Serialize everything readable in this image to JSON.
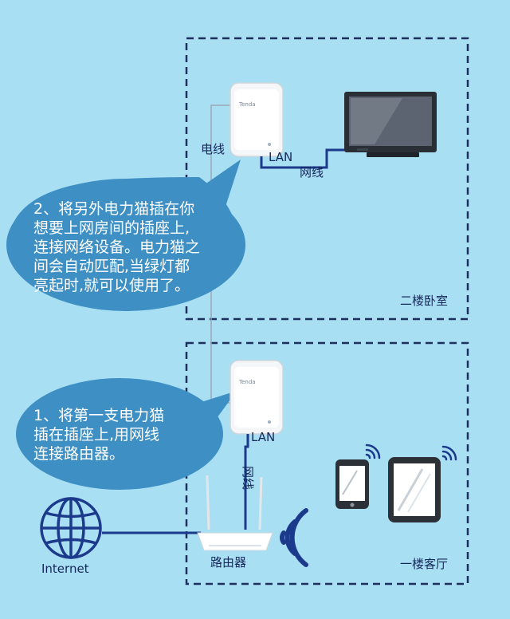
{
  "floors": {
    "upper": {
      "name": "二楼卧室"
    },
    "lower": {
      "name": "一楼客厅"
    }
  },
  "bubbles": {
    "step2": {
      "lines": [
        "2、将另外电力猫插在你",
        "想要上网房间的插座上,",
        "连接网络设备。电力猫之",
        "间会自动匹配,当绿灯都",
        "亮起时,就可以使用了。"
      ]
    },
    "step1": {
      "lines": [
        "1、将第一支电力猫",
        "插在插座上,用网线",
        "连接路由器。"
      ]
    }
  },
  "labels": {
    "power_line": "电线",
    "lan_upper": "LAN",
    "cable_upper": "网线",
    "lan_lower": "LAN",
    "cable_lower": "网线",
    "router": "路由器",
    "internet": "Internet",
    "adapter_brand": "Tenda"
  },
  "colors": {
    "background": "#a9dff3",
    "cable": "#1c3a8c",
    "bubble": "#3e8fc4",
    "frame": "#1c2f5e"
  }
}
